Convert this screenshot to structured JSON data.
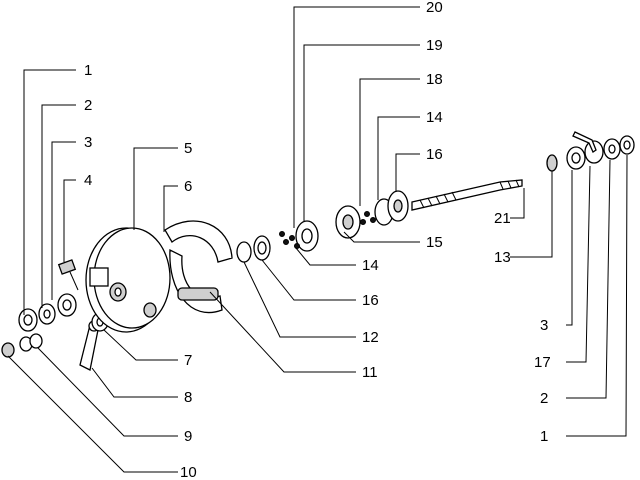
{
  "callouts_left": [
    "1",
    "2",
    "3",
    "4",
    "5",
    "6",
    "7",
    "8",
    "9",
    "10",
    "11",
    "12",
    "16",
    "14",
    "15"
  ],
  "callouts_top": [
    "20",
    "19",
    "18",
    "14",
    "16",
    "21",
    "13"
  ],
  "callouts_right": [
    "3",
    "17",
    "2",
    "1"
  ],
  "colors": {
    "ink": "#000000",
    "paper": "#ffffff",
    "shade": "#cfcfcf"
  }
}
